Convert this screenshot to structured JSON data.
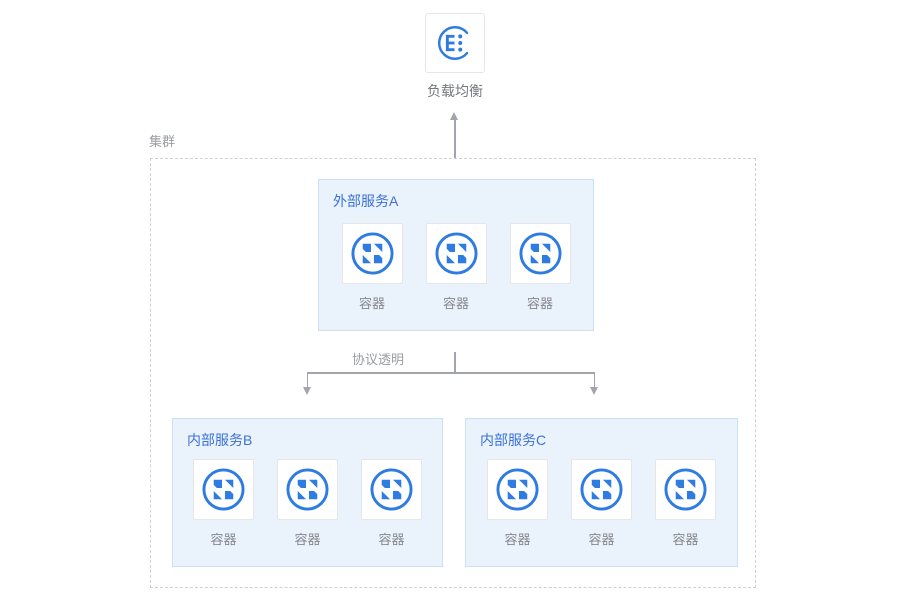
{
  "load_balancer": {
    "label": "负载均衡",
    "icon": "load-balancer-icon"
  },
  "cluster": {
    "label": "集群",
    "connector_label": "协议透明",
    "services": [
      {
        "title": "外部服务A",
        "containers": [
          {
            "label": "容器",
            "icon": "container-icon"
          },
          {
            "label": "容器",
            "icon": "container-icon"
          },
          {
            "label": "容器",
            "icon": "container-icon"
          }
        ]
      },
      {
        "title": "内部服务B",
        "containers": [
          {
            "label": "容器",
            "icon": "container-icon"
          },
          {
            "label": "容器",
            "icon": "container-icon"
          },
          {
            "label": "容器",
            "icon": "container-icon"
          }
        ]
      },
      {
        "title": "内部服务C",
        "containers": [
          {
            "label": "容器",
            "icon": "container-icon"
          },
          {
            "label": "容器",
            "icon": "container-icon"
          },
          {
            "label": "容器",
            "icon": "container-icon"
          }
        ]
      }
    ]
  },
  "colors": {
    "icon_blue": "#2E7CE2",
    "title_blue": "#3B71D9",
    "panel_bg": "#EAF2FB",
    "panel_border": "#CBDFF5",
    "tile_border": "#E6E6E6",
    "text_gray": "#85878C",
    "line_gray": "#A2A6AC",
    "dashed_border": "#CFD0D3"
  }
}
